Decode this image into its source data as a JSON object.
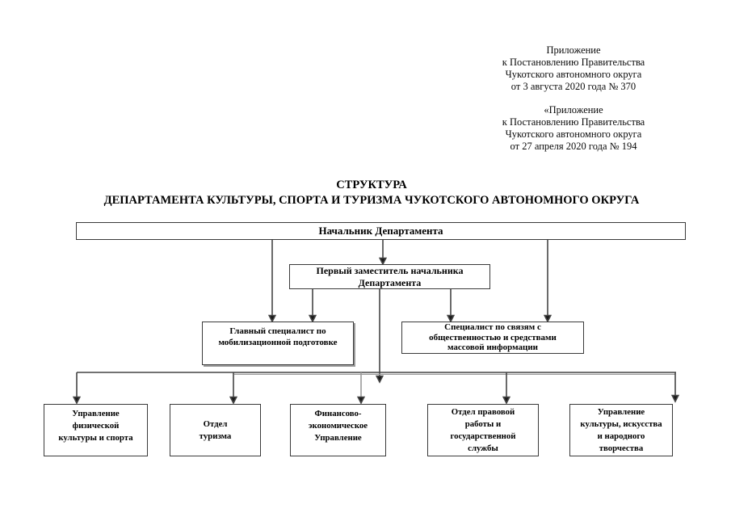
{
  "annex": {
    "paragraph1": "Приложение\nк Постановлению Правительства\nЧукотского автономного округа\nот  3 августа 2020 года № 370",
    "paragraph2": "«Приложение\nк Постановлению Правительства\nЧукотского автономного округа\nот  27 апреля  2020 года №  194"
  },
  "title": {
    "line1": "СТРУКТУРА",
    "line2": "ДЕПАРТАМЕНТА КУЛЬТУРЫ, СПОРТА И ТУРИЗМА ЧУКОТСКОГО АВТОНОМНОГО ОКРУГА"
  },
  "org": {
    "head": "Начальник Департамента",
    "deputy": "Первый заместитель начальника\nДепартамента",
    "mobilization": "Главный специалист по\nмобилизационной подготовке",
    "media": "Специалист по связям с\nобщественностью и средствами\nмассовой информации",
    "departments": [
      "Управление\nфизической\nкультуры и спорта",
      "Отдел\nтуризма",
      "Финансово-\nэкономическое\nУправление",
      "Отдел правовой\nработы и\nгосударственной\nслужбы",
      "Управление\nкультуры, искусства\nи народного\nтворчества"
    ]
  },
  "colors": {
    "background": "#ffffff",
    "text": "#000000",
    "box_border": "#3a3a3a",
    "line": "#444444",
    "line_shadow": "#9a9a9a"
  }
}
